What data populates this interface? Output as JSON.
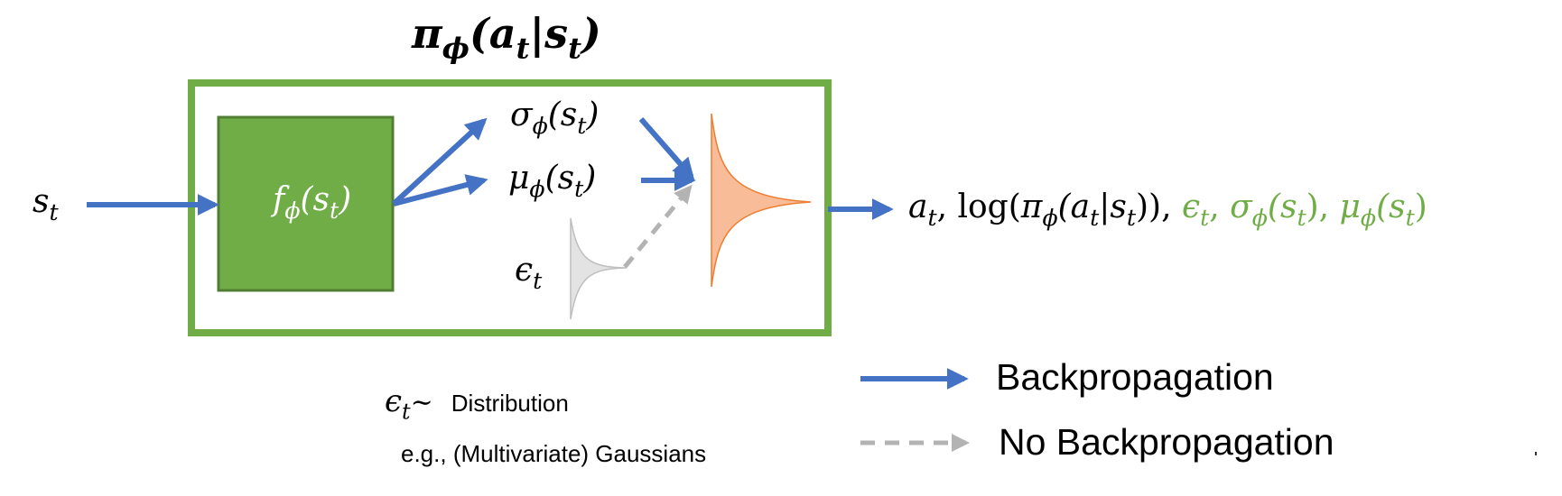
{
  "title": {
    "func": "π",
    "sub": "ϕ",
    "arg_a": "a",
    "arg_a_sub": "t",
    "bar": "|",
    "arg_s": "s",
    "arg_s_sub": "t"
  },
  "input": {
    "var": "s",
    "sub": "t"
  },
  "network": {
    "func": "f",
    "sub": "ϕ",
    "arg": "s",
    "arg_sub": "t"
  },
  "sigma": {
    "sym": "σ",
    "sub": "ϕ",
    "arg": "s",
    "arg_sub": "t"
  },
  "mu": {
    "sym": "μ",
    "sub": "ϕ",
    "arg": "s",
    "arg_sub": "t"
  },
  "epsilon": {
    "sym": "ϵ",
    "sub": "t"
  },
  "output": {
    "a": "a",
    "a_sub": "t",
    "sep1": ", log(",
    "pi": "π",
    "pi_sub": "ϕ",
    "paren_a": "(a",
    "paren_a_sub": "t",
    "bar_s": "|s",
    "bar_s_sub": "t",
    "close": ")),",
    "green_eps": " ϵ",
    "green_eps_sub": "t",
    "green_sep": ", ",
    "green_sigma": "σ",
    "green_sigma_sub": "ϕ",
    "green_sigma_arg": "(s",
    "green_sigma_arg_sub": "t",
    "green_sigma_close": "), ",
    "green_mu": "μ",
    "green_mu_sub": "ϕ",
    "green_mu_arg": "(s",
    "green_mu_arg_sub": "t",
    "green_mu_close": ")"
  },
  "note": {
    "eps": "ϵ",
    "eps_sub": "t",
    "tilde": "∼",
    "label": "Distribution",
    "example": "e.g., (Multivariate) Gaussians"
  },
  "legend": {
    "backprop": "Backpropagation",
    "no_backprop": "No Backpropagation"
  },
  "colors": {
    "green": "#70ad47",
    "blue": "#4472c4",
    "orange_fill": "#f8bc98",
    "orange_line": "#ed7d31",
    "gray_fill": "#e3e3e3",
    "gray_line": "#bfbfbf",
    "dash": "#b3b3b3"
  }
}
